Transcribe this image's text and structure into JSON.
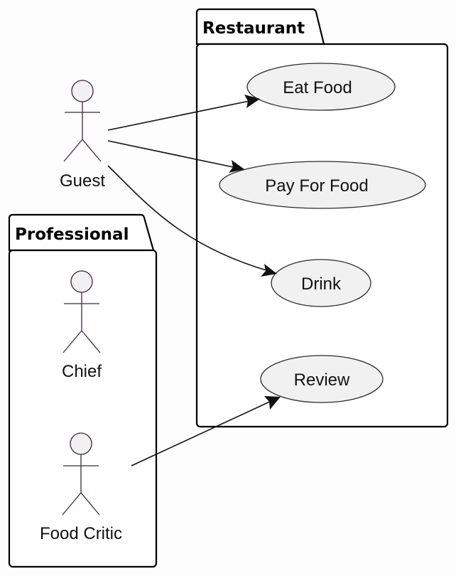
{
  "packages": {
    "restaurant": {
      "title": "Restaurant"
    },
    "professional": {
      "title": "Professional"
    }
  },
  "use_cases": {
    "eat_food": "Eat Food",
    "pay_for_food": "Pay For Food",
    "drink": "Drink",
    "review": "Review"
  },
  "actors": {
    "guest": "Guest",
    "chief": "Chief",
    "food_critic": "Food Critic"
  },
  "associations": [
    {
      "from": "Guest",
      "to": "Eat Food"
    },
    {
      "from": "Guest",
      "to": "Pay For Food"
    },
    {
      "from": "Guest",
      "to": "Drink"
    },
    {
      "from": "Food Critic",
      "to": "Review"
    }
  ]
}
